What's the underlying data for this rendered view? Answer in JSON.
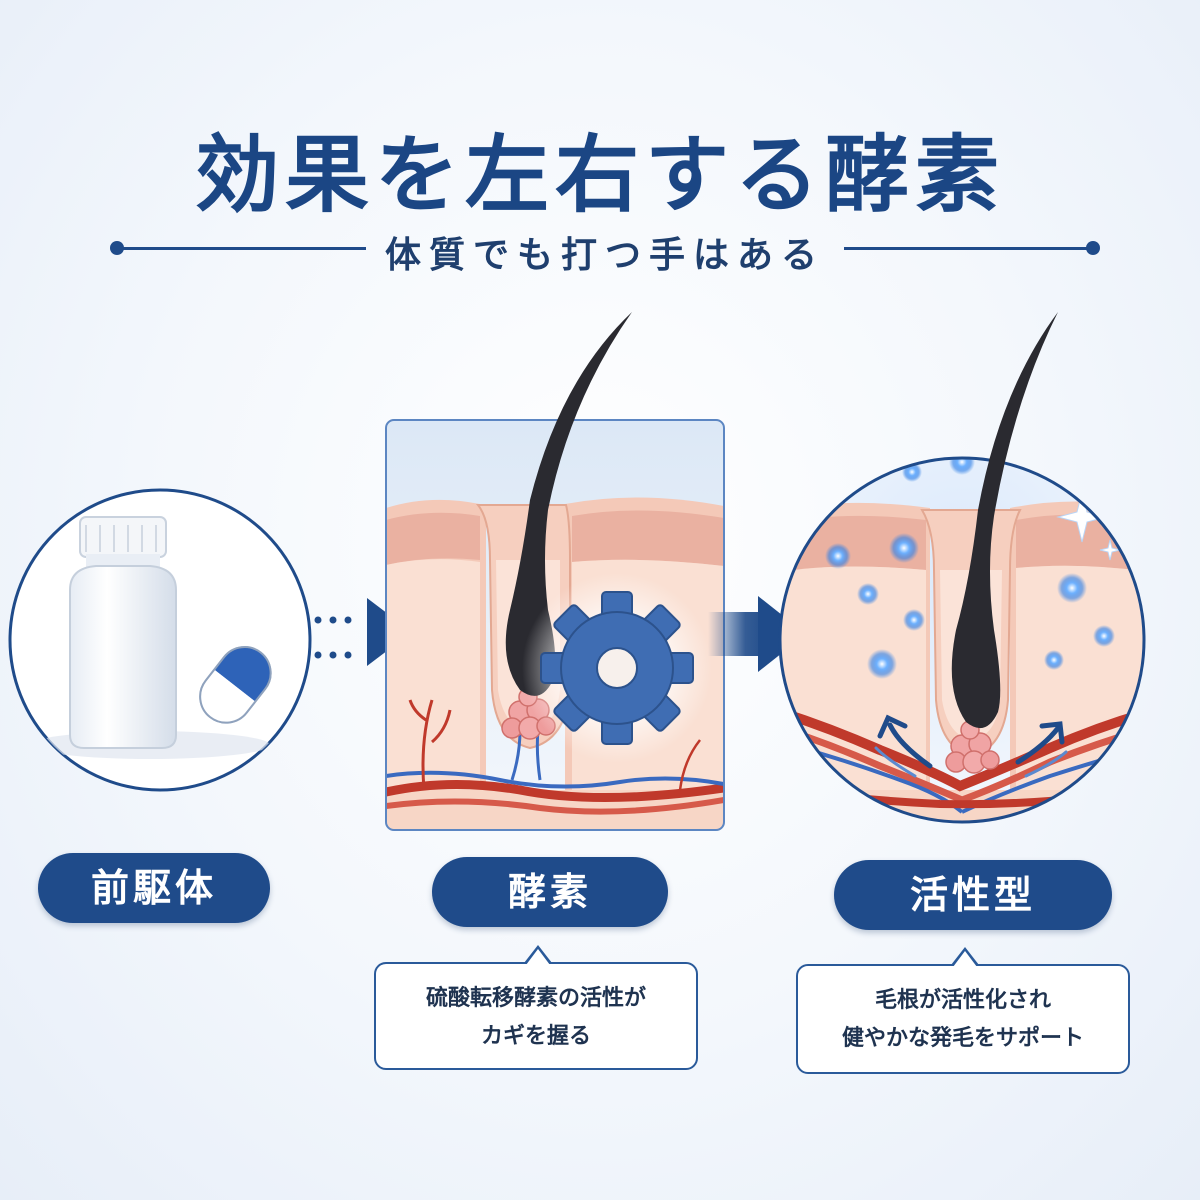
{
  "title": "効果を左右する酵素",
  "subtitle": "体質でも打つ手はある",
  "stages": [
    {
      "label": "前駆体"
    },
    {
      "label": "酵素",
      "note_lines": [
        "硫酸転移酵素の活性が",
        "カギを握る"
      ]
    },
    {
      "label": "活性型",
      "note_lines": [
        "毛根が活性化され",
        "健やかな発毛をサポート"
      ]
    }
  ],
  "colors": {
    "primary": "#1f4b8a",
    "title": "#1b4684",
    "skin": "#f6d3c3",
    "vessel_red": "#c0392b",
    "vessel_blue": "#3a6ac0",
    "glow": "#3d8df0"
  },
  "icons": [
    "supplement-bottle-icon",
    "capsule-icon",
    "gear-icon",
    "hair-follicle-icon",
    "sparkle-icon",
    "arrow-right-icon"
  ]
}
